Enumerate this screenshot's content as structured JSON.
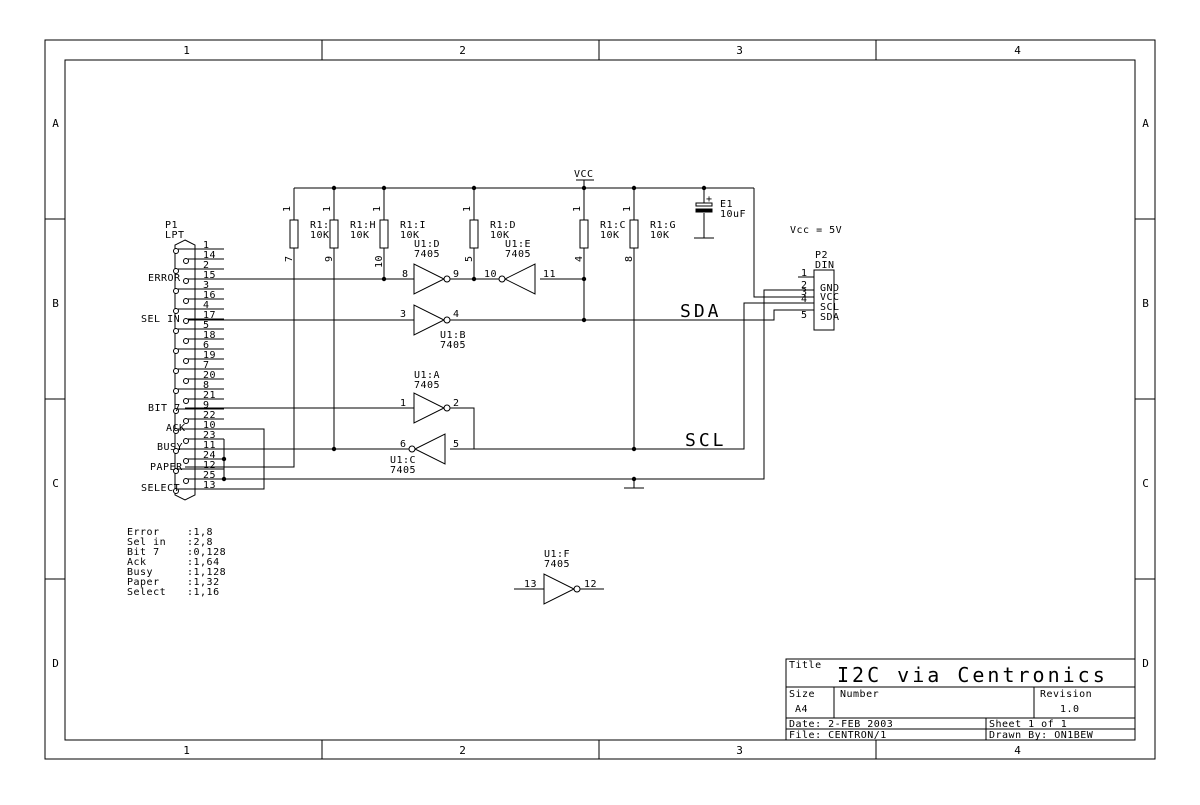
{
  "frame": {
    "col_labels": [
      "1",
      "2",
      "3",
      "4"
    ],
    "row_labels": [
      "A",
      "B",
      "C",
      "D"
    ]
  },
  "connector_p1": {
    "ref": "P1",
    "type": "LPT",
    "pins_top_row": [
      "1",
      "2",
      "3",
      "4",
      "5",
      "6",
      "7",
      "8",
      "9",
      "10",
      "11",
      "12",
      "13"
    ],
    "pins_bottom_row": [
      "14",
      "15",
      "16",
      "17",
      "18",
      "19",
      "20",
      "21",
      "22",
      "23",
      "24",
      "25"
    ],
    "signal_labels": [
      "ERROR",
      "SEL IN",
      "BIT 7",
      "ACK",
      "BUSY",
      "PAPER",
      "SELECT"
    ]
  },
  "connector_p2": {
    "ref": "P2",
    "type": "DIN",
    "pins": [
      "1",
      "2",
      "3",
      "4",
      "5"
    ],
    "signals": [
      "GND",
      "VCC",
      "SCL",
      "SDA"
    ]
  },
  "resistors": [
    {
      "ref": "R1:F",
      "value": "10K",
      "pin_a": "1",
      "pin_b": "7"
    },
    {
      "ref": "R1:H",
      "value": "10K",
      "pin_a": "1",
      "pin_b": "9"
    },
    {
      "ref": "R1:I",
      "value": "10K",
      "pin_a": "1",
      "pin_b": "10"
    },
    {
      "ref": "R1:D",
      "value": "10K",
      "pin_a": "1",
      "pin_b": "5"
    },
    {
      "ref": "R1:C",
      "value": "10K",
      "pin_a": "1",
      "pin_b": "4"
    },
    {
      "ref": "R1:G",
      "value": "10K",
      "pin_a": "1",
      "pin_b": "8"
    }
  ],
  "capacitor": {
    "ref": "E1",
    "value": "10uF",
    "polarity": "+"
  },
  "supply": {
    "net": "VCC",
    "note": "Vcc = 5V"
  },
  "gates": [
    {
      "ref": "U1:D",
      "part": "7405",
      "in": "8",
      "out": "9"
    },
    {
      "ref": "U1:E",
      "part": "7405",
      "in": "10",
      "out": "11"
    },
    {
      "ref": "U1:B",
      "part": "7405",
      "in": "3",
      "out": "4"
    },
    {
      "ref": "U1:A",
      "part": "7405",
      "in": "1",
      "out": "2"
    },
    {
      "ref": "U1:C",
      "part": "7405",
      "in": "5",
      "out": "6"
    },
    {
      "ref": "U1:F",
      "part": "7405",
      "in": "13",
      "out": "12"
    }
  ],
  "nets": {
    "sda": "SDA",
    "scl": "SCL"
  },
  "bit_table": [
    {
      "name": "Error",
      "value": ":1,8"
    },
    {
      "name": "Sel in",
      "value": ":2,8"
    },
    {
      "name": "Bit 7",
      "value": ":0,128"
    },
    {
      "name": "Ack",
      "value": ":1,64"
    },
    {
      "name": "Busy",
      "value": ":1,128"
    },
    {
      "name": "Paper",
      "value": ":1,32"
    },
    {
      "name": "Select",
      "value": ":1,16"
    }
  ],
  "title_block": {
    "title_label": "Title",
    "title": "I2C via Centronics",
    "size_label": "Size",
    "size": "A4",
    "number_label": "Number",
    "revision_label": "Revision",
    "revision": "1.0",
    "date": "Date: 2-FEB  2003",
    "sheet": "Sheet  1  of  1",
    "file": "File: CENTRON/1",
    "drawn_by": "Drawn By: ON1BEW"
  }
}
